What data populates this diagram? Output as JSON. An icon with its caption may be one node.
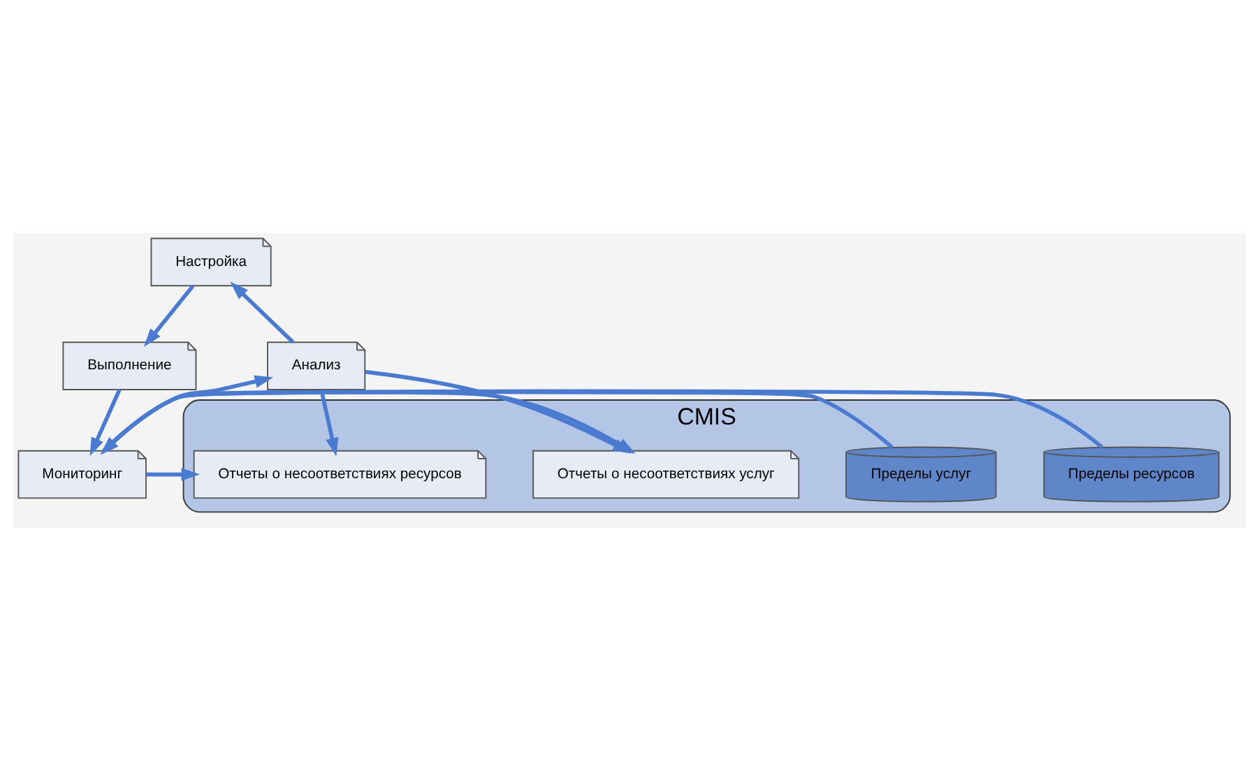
{
  "diagram": {
    "nodes": [
      {
        "text": [
          "Настройка"
        ]
      },
      {
        "text": [
          "Выполнение"
        ]
      },
      {
        "text": [
          "Анализ"
        ]
      },
      {
        "text": [
          "Мониторинг"
        ]
      },
      {
        "text": [
          "CMIS"
        ]
      },
      {
        "text": [
          "Пределы ресурсов"
        ],
        "in": 4
      },
      {
        "text": [
          "Пределы услуг"
        ],
        "in": 4
      },
      {
        "text": [
          "Отчеты о несоответствиях услуг"
        ],
        "in": 4
      },
      {
        "text": [
          "Отчеты о несоответствиях ресурсов"
        ],
        "in": 4
      }
    ],
    "edges": [
      {
        "from": 0,
        "to": 1,
        "arrow": "to"
      },
      {
        "from": 2,
        "to": 0,
        "arrow": "to"
      },
      {
        "from": 1,
        "to": 3,
        "arrow": "to"
      },
      {
        "from": 3,
        "to": 2,
        "arrow": "to"
      },
      {
        "from": 5,
        "to": 3,
        "arrow": "to"
      },
      {
        "from": 6,
        "to": 3,
        "arrow": "to"
      },
      {
        "from": 3,
        "to": 8,
        "arrow": "to"
      },
      {
        "from": 3,
        "to": 7,
        "arrow": "to"
      },
      {
        "from": 2,
        "to": 7,
        "arrow": "to"
      },
      {
        "from": 2,
        "to": 8,
        "arrow": "to"
      }
    ]
  }
}
